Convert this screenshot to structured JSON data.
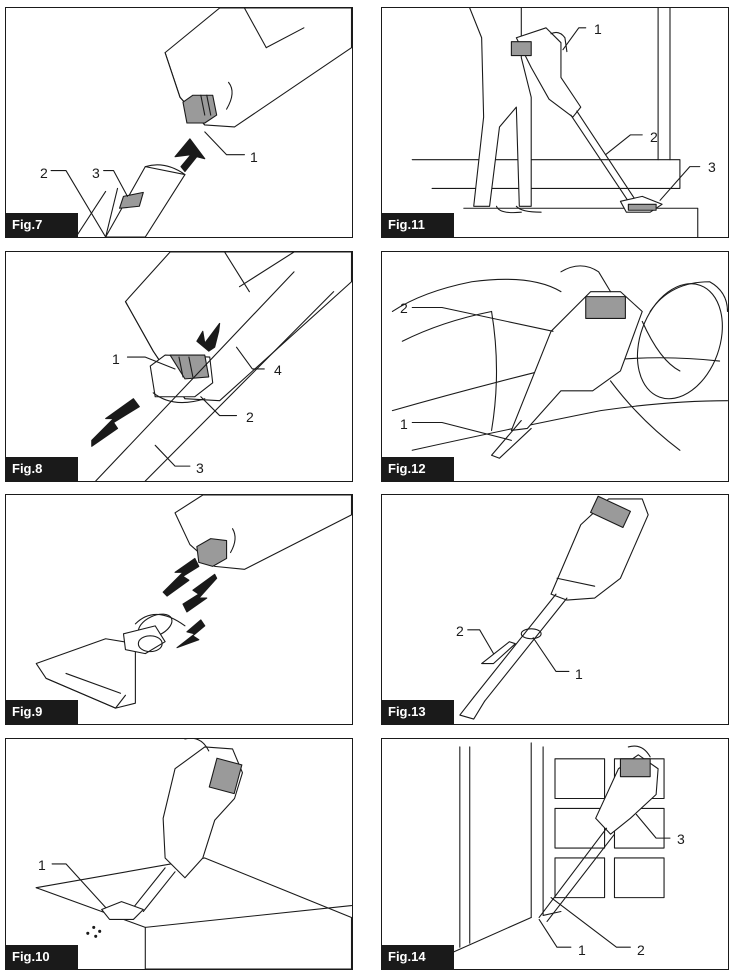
{
  "figures": [
    {
      "label": "Fig.7",
      "callouts": [
        "1",
        "2",
        "3"
      ]
    },
    {
      "label": "Fig.11",
      "callouts": [
        "1",
        "2",
        "3"
      ]
    },
    {
      "label": "Fig.8",
      "callouts": [
        "1",
        "2",
        "3",
        "4"
      ]
    },
    {
      "label": "Fig.12",
      "callouts": [
        "1",
        "2"
      ]
    },
    {
      "label": "Fig.9",
      "callouts": []
    },
    {
      "label": "Fig.13",
      "callouts": [
        "1",
        "2"
      ]
    },
    {
      "label": "Fig.10",
      "callouts": [
        "1"
      ]
    },
    {
      "label": "Fig.14",
      "callouts": [
        "1",
        "2",
        "3"
      ]
    }
  ]
}
